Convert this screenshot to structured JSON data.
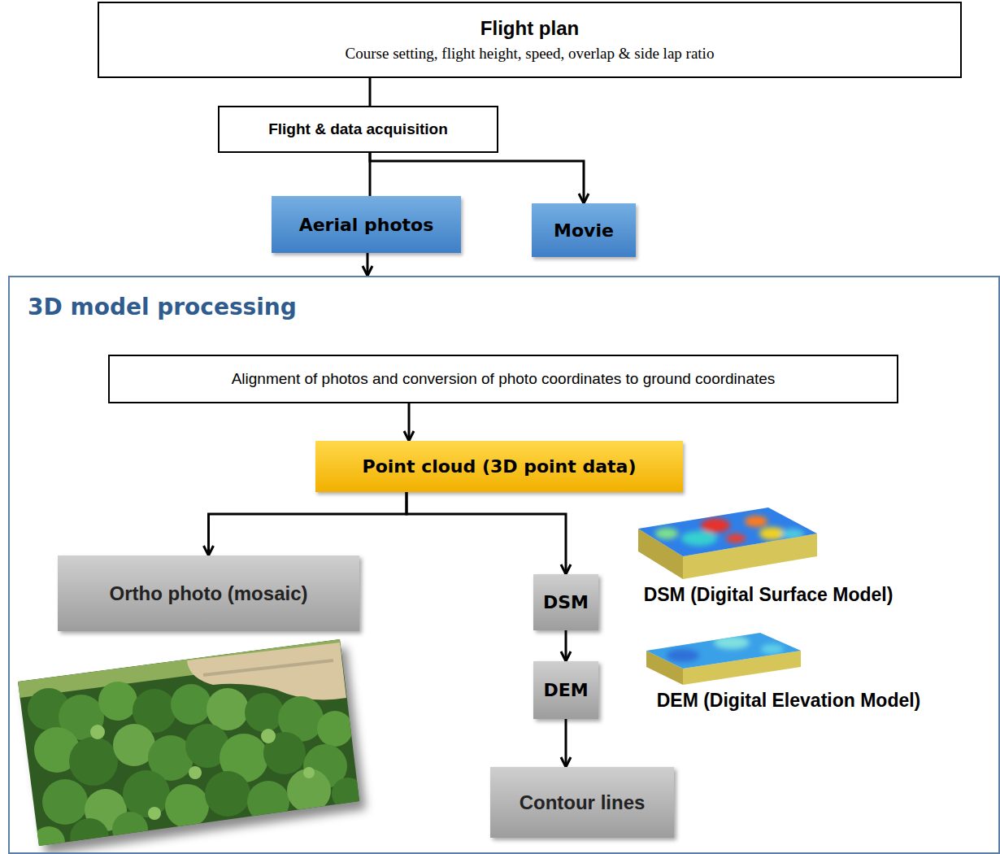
{
  "diagram": {
    "nodes": [
      {
        "text": [
          "Flight plan",
          "Course setting, flight height, speed, overlap & side lap ratio"
        ]
      },
      {
        "text": [
          "Flight & data acquisition"
        ]
      },
      {
        "text": [
          "Aerial photos"
        ]
      },
      {
        "text": [
          "Movie"
        ]
      },
      {
        "text": [
          "3D model processing"
        ]
      },
      {
        "text": [
          "Alignment of photos and conversion of photo coordinates to ground coordinates"
        ],
        "in": 4
      },
      {
        "text": [
          "Point cloud (3D point data)"
        ],
        "in": 4
      },
      {
        "text": [
          "Ortho photo (mosaic)"
        ],
        "in": 4
      },
      {
        "text": [
          "DSM"
        ],
        "in": 4
      },
      {
        "text": [
          "DEM"
        ],
        "in": 4
      },
      {
        "text": [
          "Contour lines"
        ],
        "in": 4
      }
    ],
    "edges": [
      {
        "from": 0,
        "to": 1,
        "arrow": "none"
      },
      {
        "from": 1,
        "to": 2,
        "arrow": "none"
      },
      {
        "from": 1,
        "to": 3,
        "arrow": "to"
      },
      {
        "from": 2,
        "to": 4,
        "arrow": "to"
      },
      {
        "from": 5,
        "to": 6,
        "arrow": "to"
      },
      {
        "from": 6,
        "to": 7,
        "arrow": "to"
      },
      {
        "from": 6,
        "to": 8,
        "arrow": "to"
      },
      {
        "from": 8,
        "to": 9,
        "arrow": "to"
      },
      {
        "from": 9,
        "to": 10,
        "arrow": "to"
      }
    ],
    "labels": [
      "DSM (Digital Surface Model)",
      "DEM (Digital Elevation Model)"
    ]
  }
}
